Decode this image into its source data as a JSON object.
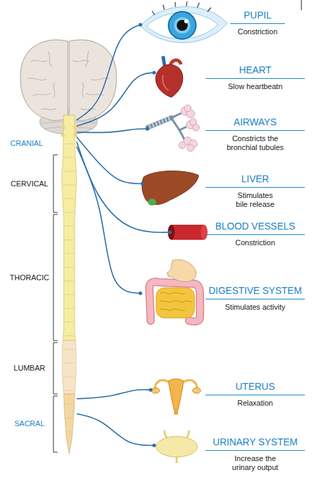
{
  "diagram": {
    "nodes": [
      {
        "text": [
          "CRANIAL"
        ]
      },
      {
        "text": [
          "CERVICAL"
        ]
      },
      {
        "text": [
          "THORACIC"
        ]
      },
      {
        "text": [
          "LUMBAR"
        ]
      },
      {
        "text": [
          "SACRAL"
        ]
      },
      {
        "text": [
          "PUPIL",
          "Constriction"
        ]
      },
      {
        "text": [
          "HEART",
          "Slow heartbeatn"
        ]
      },
      {
        "text": [
          "AIRWAYS",
          "Constricts the bronchial tubules"
        ]
      },
      {
        "text": [
          "LIVER",
          "Stimulates bile release"
        ]
      },
      {
        "text": [
          "BLOOD VESSELS",
          "Constriction"
        ]
      },
      {
        "text": [
          "DIGESTIVE SYSTEM",
          "Stimulates activity"
        ]
      },
      {
        "text": [
          "UTERUS",
          "Relaxation"
        ]
      },
      {
        "text": [
          "URINARY SYSTEM",
          "Increase the urinary output"
        ]
      }
    ],
    "edges": [
      {
        "from": 0,
        "to": 5,
        "arrow": "none"
      },
      {
        "from": 0,
        "to": 6,
        "arrow": "none"
      },
      {
        "from": 0,
        "to": 7,
        "arrow": "none"
      },
      {
        "from": 0,
        "to": 8,
        "arrow": "none"
      },
      {
        "from": 0,
        "to": 9,
        "arrow": "none"
      },
      {
        "from": 0,
        "to": 10,
        "arrow": "none"
      },
      {
        "from": 4,
        "to": 11,
        "arrow": "none"
      },
      {
        "from": 4,
        "to": 12,
        "arrow": "none"
      }
    ]
  }
}
